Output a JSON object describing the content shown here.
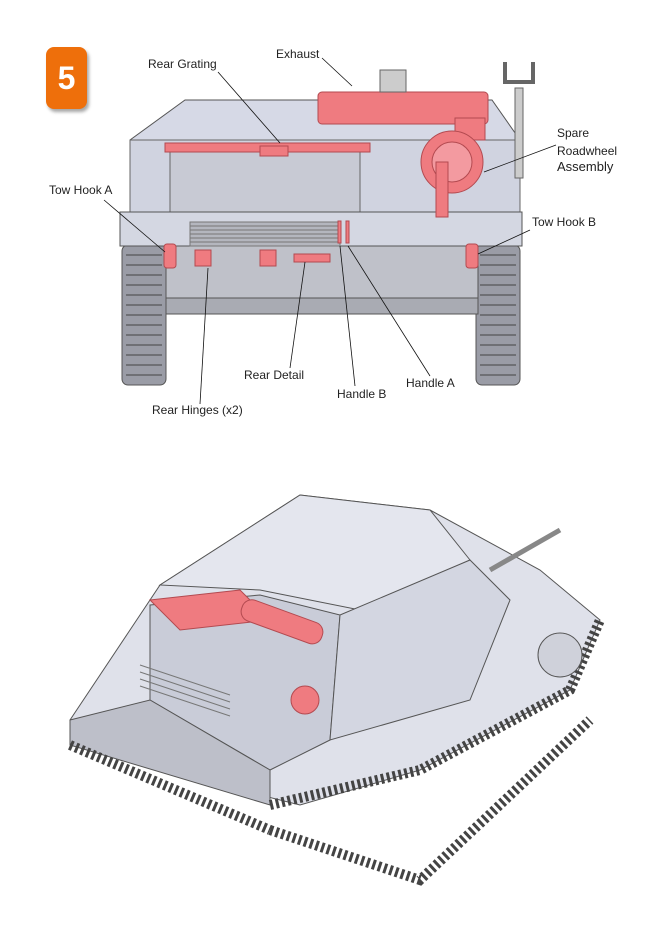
{
  "step_number": "5",
  "colors": {
    "badge": "#ee6f0b",
    "highlight": "#ef7b80",
    "hull": "#d6d9e6"
  },
  "rear_view": {
    "labels": {
      "rear_grating": "Rear Grating",
      "exhaust": "Exhaust",
      "spare_roadwheel_1": "Spare",
      "spare_roadwheel_2": "Roadwheel",
      "spare_roadwheel_3": "Assembly",
      "tow_hook_a": "Tow Hook A",
      "tow_hook_b": "Tow Hook B",
      "rear_detail": "Rear Detail",
      "handle_b": "Handle B",
      "handle_a": "Handle A",
      "rear_hinges": "Rear Hinges (x2)"
    }
  }
}
